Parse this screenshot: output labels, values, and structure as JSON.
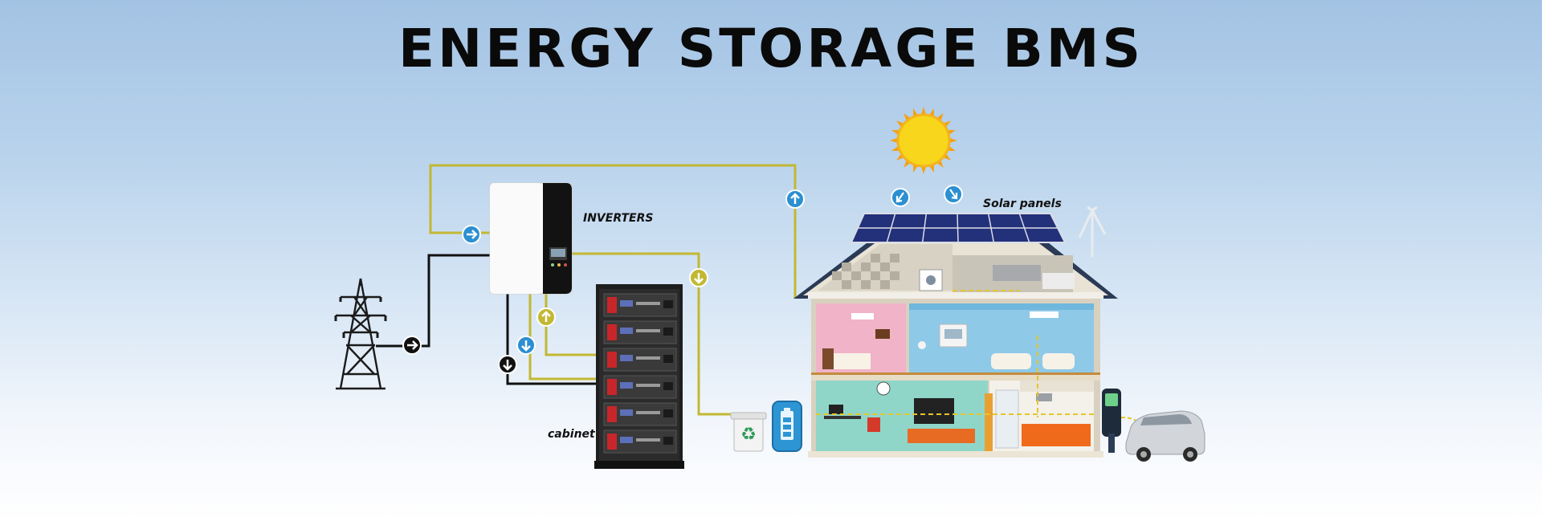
{
  "title": "ENERGY STORAGE BMS",
  "labels": {
    "inverters": "INVERTERS",
    "cabinet": "cabinet",
    "solar_panels": "Solar panels"
  },
  "colors": {
    "wire_power": "#c2b833",
    "wire_grid": "#111111",
    "arrow_badge": "#2c8fd1",
    "sun": "#f7d61b",
    "inverter_body": "#f4f4f4",
    "inverter_panel": "#121212",
    "cabinet": "#222222",
    "battery_accent": "#c8262a"
  },
  "icons": {
    "grid": "transmission-tower-icon",
    "inverter": "inverter-icon",
    "cabinet": "battery-cabinet-icon",
    "sun": "sun-icon",
    "house": "house-icon",
    "recycle": "recycle-bin-icon",
    "battery": "battery-icon",
    "charger": "ev-charger-icon",
    "car": "electric-car-icon",
    "turbine": "wind-turbine-icon"
  }
}
